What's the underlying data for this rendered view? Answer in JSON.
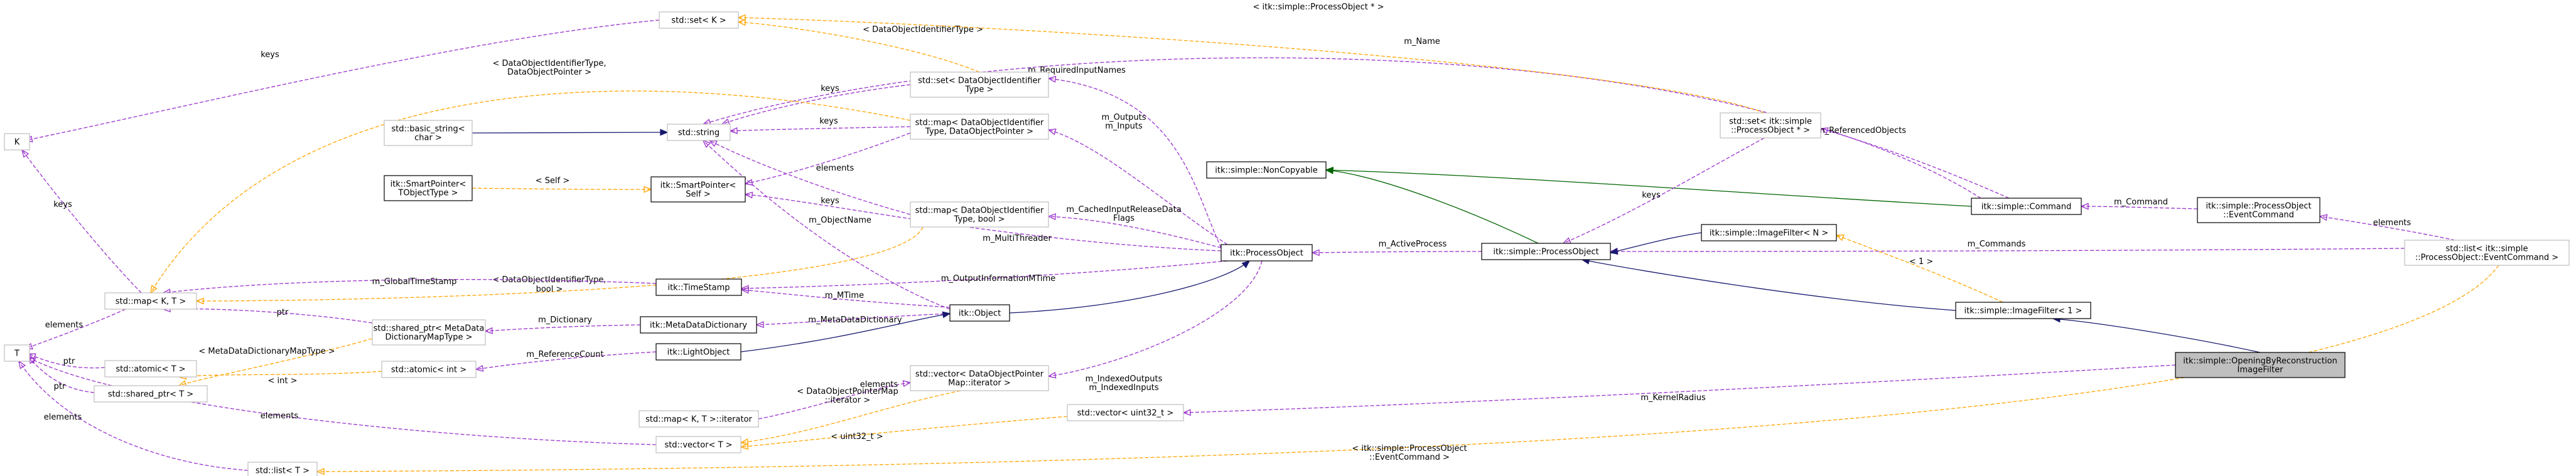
{
  "colors": {
    "usage": "#9a32cd",
    "template": "#ffa500",
    "inherit_public": "#191970",
    "inherit_protected": "#006400",
    "node_border_dark": "#000000",
    "node_border_light": "#bfbfbf",
    "focus_fill": "#bfbfbf"
  },
  "nodes": [
    {
      "id": "K",
      "lines": [
        "K"
      ],
      "style": "light"
    },
    {
      "id": "T",
      "lines": [
        "T"
      ],
      "style": "light"
    },
    {
      "id": "set_K",
      "lines": [
        "std::set< K >"
      ],
      "style": "light"
    },
    {
      "id": "basic_string",
      "lines": [
        "std::basic_string<",
        "char >"
      ],
      "style": "light"
    },
    {
      "id": "smartptr_T",
      "lines": [
        "itk::SmartPointer<",
        "TObjectType >"
      ],
      "style": "dark"
    },
    {
      "id": "map_KT",
      "lines": [
        "std::map< K, T >"
      ],
      "style": "light"
    },
    {
      "id": "atomic_T",
      "lines": [
        "std::atomic< T >"
      ],
      "style": "light"
    },
    {
      "id": "shared_ptr_T",
      "lines": [
        "std::shared_ptr< T >"
      ],
      "style": "light"
    },
    {
      "id": "std_string",
      "lines": [
        "std::string"
      ],
      "style": "light"
    },
    {
      "id": "smartptr_self",
      "lines": [
        "itk::SmartPointer<",
        "Self >"
      ],
      "style": "dark"
    },
    {
      "id": "timestamp",
      "lines": [
        "itk::TimeStamp"
      ],
      "style": "dark"
    },
    {
      "id": "shared_ptr_mdd",
      "lines": [
        "std::shared_ptr< MetaData",
        "DictionaryMapType >"
      ],
      "style": "light"
    },
    {
      "id": "mdd",
      "lines": [
        "itk::MetaDataDictionary"
      ],
      "style": "dark"
    },
    {
      "id": "atomic_int",
      "lines": [
        "std::atomic< int >"
      ],
      "style": "light"
    },
    {
      "id": "lightobject",
      "lines": [
        "itk::LightObject"
      ],
      "style": "dark"
    },
    {
      "id": "map_iter",
      "lines": [
        "std::map< K, T >::iterator"
      ],
      "style": "light"
    },
    {
      "id": "vector_T",
      "lines": [
        "std::vector< T >"
      ],
      "style": "light"
    },
    {
      "id": "list_T",
      "lines": [
        "std::list< T >"
      ],
      "style": "light"
    },
    {
      "id": "set_doid",
      "lines": [
        "std::set< DataObjectIdentifier",
        "Type >"
      ],
      "style": "light"
    },
    {
      "id": "map_doid_ptr",
      "lines": [
        "std::map< DataObjectIdentifier",
        "Type, DataObjectPointer >"
      ],
      "style": "light"
    },
    {
      "id": "map_doid_bool",
      "lines": [
        "std::map< DataObjectIdentifier",
        "Type, bool >"
      ],
      "style": "light"
    },
    {
      "id": "vector_dopm",
      "lines": [
        "std::vector< DataObjectPointer",
        "Map::iterator >"
      ],
      "style": "light"
    },
    {
      "id": "object",
      "lines": [
        "itk::Object"
      ],
      "style": "dark"
    },
    {
      "id": "processobject",
      "lines": [
        "itk::ProcessObject"
      ],
      "style": "dark"
    },
    {
      "id": "noncopyable",
      "lines": [
        "itk::simple::NonCopyable"
      ],
      "style": "dark"
    },
    {
      "id": "s_processobject",
      "lines": [
        "itk::simple::ProcessObject"
      ],
      "style": "dark"
    },
    {
      "id": "set_spo",
      "lines": [
        "std::set< itk::simple",
        "::ProcessObject * >"
      ],
      "style": "light"
    },
    {
      "id": "vector_uint32",
      "lines": [
        "std::vector< uint32_t >"
      ],
      "style": "light"
    },
    {
      "id": "imagefilter_N",
      "lines": [
        "itk::simple::ImageFilter< N >"
      ],
      "style": "dark"
    },
    {
      "id": "imagefilter_1",
      "lines": [
        "itk::simple::ImageFilter< 1 >"
      ],
      "style": "dark"
    },
    {
      "id": "command",
      "lines": [
        "itk::simple::Command"
      ],
      "style": "dark"
    },
    {
      "id": "eventcommand",
      "lines": [
        "itk::simple::ProcessObject",
        "::EventCommand"
      ],
      "style": "dark"
    },
    {
      "id": "list_eventcommand",
      "lines": [
        "std::list< itk::simple",
        "::ProcessObject::EventCommand >"
      ],
      "style": "light"
    },
    {
      "id": "opening",
      "lines": [
        "itk::simple::OpeningByReconstruction",
        "ImageFilter"
      ],
      "style": "focus"
    }
  ],
  "edges": [
    {
      "id": "e_setK_K",
      "kind": "usage",
      "labels": [
        "keys"
      ]
    },
    {
      "id": "e_mapKT_K",
      "kind": "usage",
      "labels": [
        "keys"
      ]
    },
    {
      "id": "e_mapKT_T",
      "kind": "usage",
      "labels": [
        "elements"
      ]
    },
    {
      "id": "e_atomicT_T",
      "kind": "usage",
      "labels": [
        "ptr"
      ]
    },
    {
      "id": "e_sharedT_T",
      "kind": "usage",
      "labels": [
        "ptr"
      ]
    },
    {
      "id": "e_vectorT_T",
      "kind": "usage",
      "labels": [
        "elements"
      ]
    },
    {
      "id": "e_listT_T",
      "kind": "usage",
      "labels": [
        "elements"
      ]
    },
    {
      "id": "e_basicstr_str",
      "kind": "inherit_public",
      "labels": []
    },
    {
      "id": "e_setdoid_str",
      "kind": "usage",
      "labels": [
        "keys"
      ]
    },
    {
      "id": "e_mapptr_str",
      "kind": "usage",
      "labels": [
        "keys"
      ]
    },
    {
      "id": "e_mapbool_str",
      "kind": "usage",
      "labels": [
        "keys"
      ]
    },
    {
      "id": "e_cmd_str",
      "kind": "usage",
      "labels": [
        "m_Name"
      ]
    },
    {
      "id": "e_obj_str",
      "kind": "usage",
      "labels": [
        "m_ObjectName"
      ]
    },
    {
      "id": "e_mapptr_sp",
      "kind": "usage",
      "labels": [
        "elements"
      ]
    },
    {
      "id": "e_setK_setdoid",
      "kind": "template",
      "labels": [
        "< DataObjectIdentifierType >"
      ]
    },
    {
      "id": "e_mapKT_mapptr",
      "kind": "template",
      "labels": [
        "< DataObjectIdentifierType,",
        "DataObjectPointer >"
      ]
    },
    {
      "id": "e_mapKT_mapbool",
      "kind": "template",
      "labels": [
        "< DataObjectIdentifierType,",
        "bool >"
      ]
    },
    {
      "id": "e_sp_self",
      "kind": "template",
      "labels": [
        "< Self >"
      ]
    },
    {
      "id": "e_ts_mapKT",
      "kind": "usage",
      "labels": [
        "m_GlobalTimeStamp"
      ]
    },
    {
      "id": "e_sharedmdd_map",
      "kind": "usage",
      "labels": [
        "ptr"
      ]
    },
    {
      "id": "e_sharedT_mdd",
      "kind": "template",
      "labels": [
        "< MetaDataDictionaryMapType >"
      ]
    },
    {
      "id": "e_atomicT_int",
      "kind": "template",
      "labels": [
        "< int >"
      ]
    },
    {
      "id": "e_mdd_shared",
      "kind": "usage",
      "labels": [
        "m_Dictionary"
      ]
    },
    {
      "id": "e_lo_atomicint",
      "kind": "usage",
      "labels": [
        "m_ReferenceCount"
      ]
    },
    {
      "id": "e_obj_ts",
      "kind": "usage",
      "labels": [
        "m_MTime"
      ]
    },
    {
      "id": "e_obj_mdd",
      "kind": "usage",
      "labels": [
        "m_MetaDataDictionary"
      ]
    },
    {
      "id": "e_lo_obj",
      "kind": "inherit_public",
      "labels": []
    },
    {
      "id": "e_obj_po",
      "kind": "inherit_public",
      "labels": []
    },
    {
      "id": "e_po_setdoid",
      "kind": "usage",
      "labels": [
        "m_RequiredInputNames"
      ]
    },
    {
      "id": "e_po_mapptr",
      "kind": "usage",
      "labels": [
        "m_Outputs",
        "m_Inputs"
      ]
    },
    {
      "id": "e_po_mapbool",
      "kind": "usage",
      "labels": [
        "m_CachedInputReleaseData",
        "Flags"
      ]
    },
    {
      "id": "e_po_self",
      "kind": "usage",
      "labels": [
        "m_MultiThreader"
      ]
    },
    {
      "id": "e_po_ts",
      "kind": "usage",
      "labels": [
        "m_OutputInformationMTime"
      ]
    },
    {
      "id": "e_po_vec",
      "kind": "usage",
      "labels": [
        "m_IndexedOutputs",
        "m_IndexedInputs"
      ]
    },
    {
      "id": "e_mapiter_vec",
      "kind": "usage",
      "labels": [
        "elements"
      ]
    },
    {
      "id": "e_vectorT_vdopm",
      "kind": "template",
      "labels": [
        "< DataObjectPointerMap",
        "::iterator >"
      ]
    },
    {
      "id": "e_vectorT_uint",
      "kind": "template",
      "labels": [
        "< uint32_t >"
      ]
    },
    {
      "id": "e_spo_po",
      "kind": "usage",
      "labels": [
        "m_ActiveProcess"
      ]
    },
    {
      "id": "e_nc_spo",
      "kind": "inherit_protected",
      "labels": []
    },
    {
      "id": "e_nc_cmd",
      "kind": "inherit_protected",
      "labels": []
    },
    {
      "id": "e_setspo_spo",
      "kind": "usage",
      "labels": [
        "keys"
      ]
    },
    {
      "id": "e_setK_setspo",
      "kind": "template",
      "labels": [
        "< itk::simple::ProcessObject * >"
      ]
    },
    {
      "id": "e_setspo_cmd",
      "kind": "usage",
      "labels": [
        "m_ReferencedObjects"
      ]
    },
    {
      "id": "e_cmd_ec",
      "kind": "usage",
      "labels": [
        "m_Command"
      ]
    },
    {
      "id": "e_ec_list",
      "kind": "usage",
      "labels": [
        "elements"
      ]
    },
    {
      "id": "e_list_spo",
      "kind": "usage",
      "labels": [
        "m_Commands"
      ]
    },
    {
      "id": "e_listT_list",
      "kind": "template",
      "labels": [
        "< itk::simple::ProcessObject",
        "::EventCommand >"
      ]
    },
    {
      "id": "e_ifN_spo",
      "kind": "inherit_public",
      "labels": []
    },
    {
      "id": "e_if1_spo",
      "kind": "inherit_public",
      "labels": []
    },
    {
      "id": "e_ifN_if1",
      "kind": "template",
      "labels": [
        "< 1 >"
      ]
    },
    {
      "id": "e_if1_open",
      "kind": "inherit_public",
      "labels": []
    },
    {
      "id": "e_uint_open",
      "kind": "usage",
      "labels": [
        "m_KernelRadius"
      ]
    }
  ]
}
